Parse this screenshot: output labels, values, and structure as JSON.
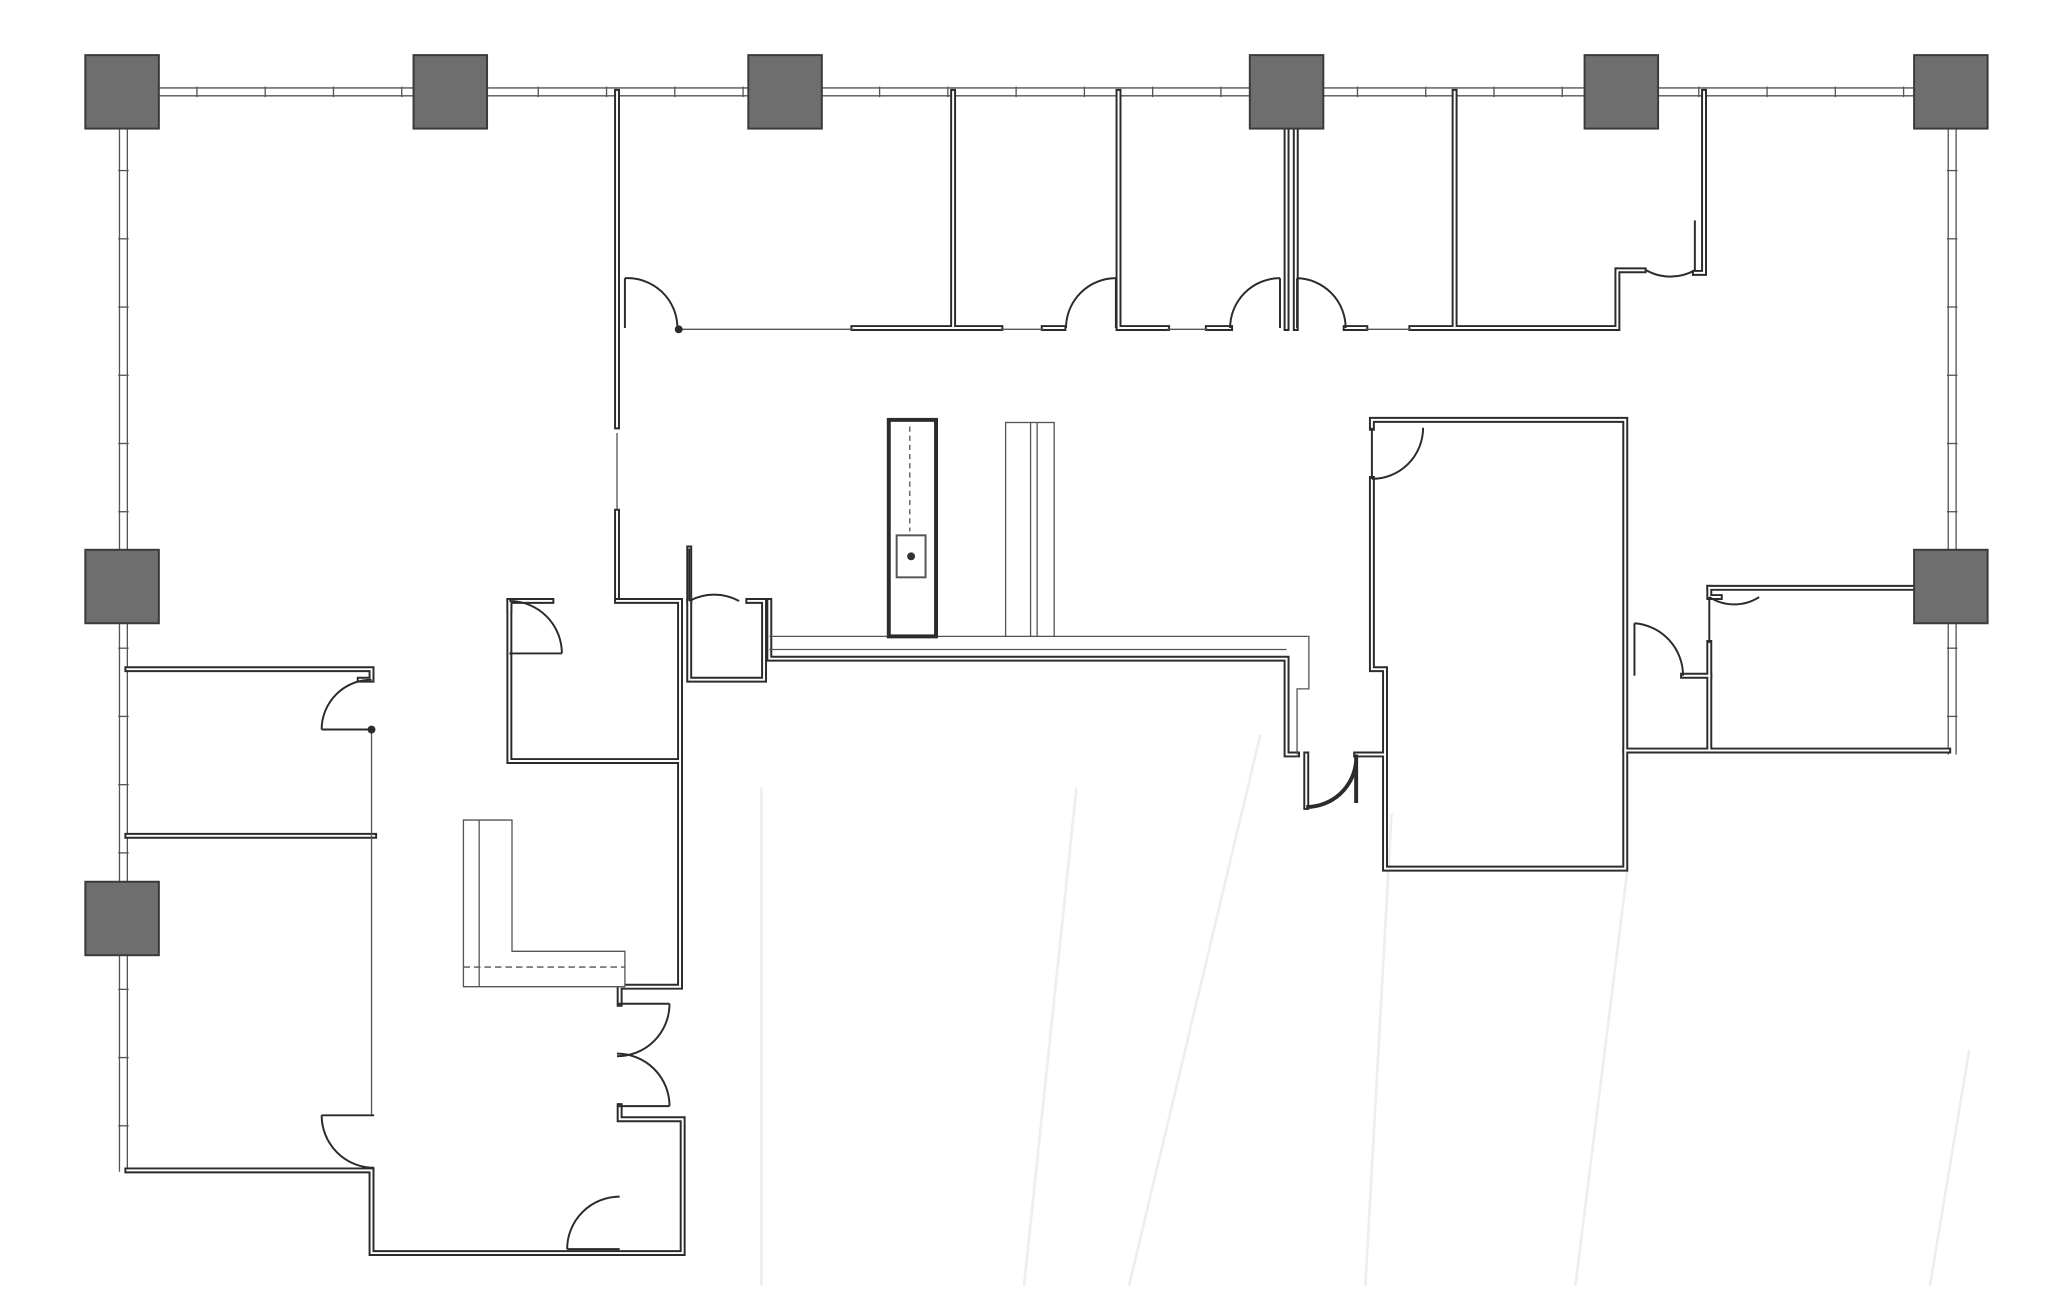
{
  "diagram": {
    "kind": "architectural-floor-plan",
    "labels": [],
    "colors": {
      "background": "#ffffff",
      "wall": "#2b2b2b",
      "wall_fill": "#ffffff",
      "column_fill": "#6e6e6e",
      "column_stroke": "#3a3a3a",
      "thin_line": "#555555",
      "fixture": "#555555",
      "ghost_line": "#eeeeee"
    },
    "elements": {
      "structural_columns": 9,
      "door_swings": 18,
      "kitchen_counters": 1,
      "sinks": 1,
      "reception_desks": 1
    }
  }
}
